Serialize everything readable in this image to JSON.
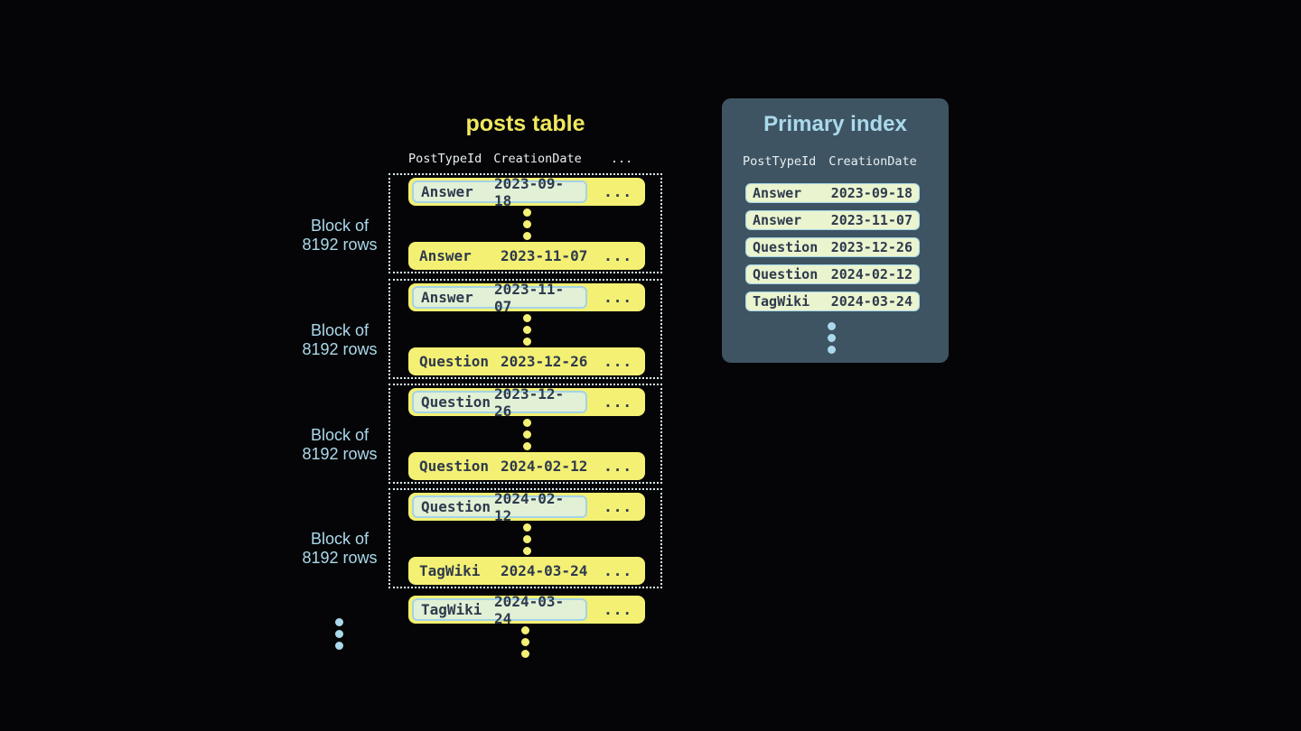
{
  "colors": {
    "background": "#050507",
    "yellow": "#f4f074",
    "title_yellow": "#f0e95f",
    "light_blue": "#abd9ec",
    "dotted_border": "#d7ecf4",
    "dark_text": "#2e3a4d",
    "header_text": "#e9eff2",
    "highlight_bg": "#e2f0d6",
    "highlight_border": "#a3d3e8",
    "panel_bg": "#3e5462",
    "panel_pill_bg": "#eaf4cf"
  },
  "posts_table": {
    "title": "posts table",
    "columns": [
      "PostTypeId",
      "CreationDate"
    ],
    "ellipsis": "...",
    "block_label": {
      "line1": "Block of",
      "line2": "8192 rows"
    },
    "blocks": [
      {
        "first_row": {
          "post_type": "Answer",
          "creation_date": "2023-09-18"
        },
        "last_row": {
          "post_type": "Answer",
          "creation_date": "2023-11-07"
        }
      },
      {
        "first_row": {
          "post_type": "Answer",
          "creation_date": "2023-11-07"
        },
        "last_row": {
          "post_type": "Question",
          "creation_date": "2023-12-26"
        }
      },
      {
        "first_row": {
          "post_type": "Question",
          "creation_date": "2023-12-26"
        },
        "last_row": {
          "post_type": "Question",
          "creation_date": "2024-02-12"
        }
      },
      {
        "first_row": {
          "post_type": "Question",
          "creation_date": "2024-02-12"
        },
        "last_row": {
          "post_type": "TagWiki",
          "creation_date": "2024-03-24"
        }
      }
    ],
    "overflow_row": {
      "post_type": "TagWiki",
      "creation_date": "2024-03-24"
    }
  },
  "primary_index": {
    "title": "Primary index",
    "columns": [
      "PostTypeId",
      "CreationDate"
    ],
    "rows": [
      {
        "post_type": "Answer",
        "creation_date": "2023-09-18"
      },
      {
        "post_type": "Answer",
        "creation_date": "2023-11-07"
      },
      {
        "post_type": "Question",
        "creation_date": "2023-12-26"
      },
      {
        "post_type": "Question",
        "creation_date": "2024-02-12"
      },
      {
        "post_type": "TagWiki",
        "creation_date": "2024-03-24"
      }
    ]
  }
}
